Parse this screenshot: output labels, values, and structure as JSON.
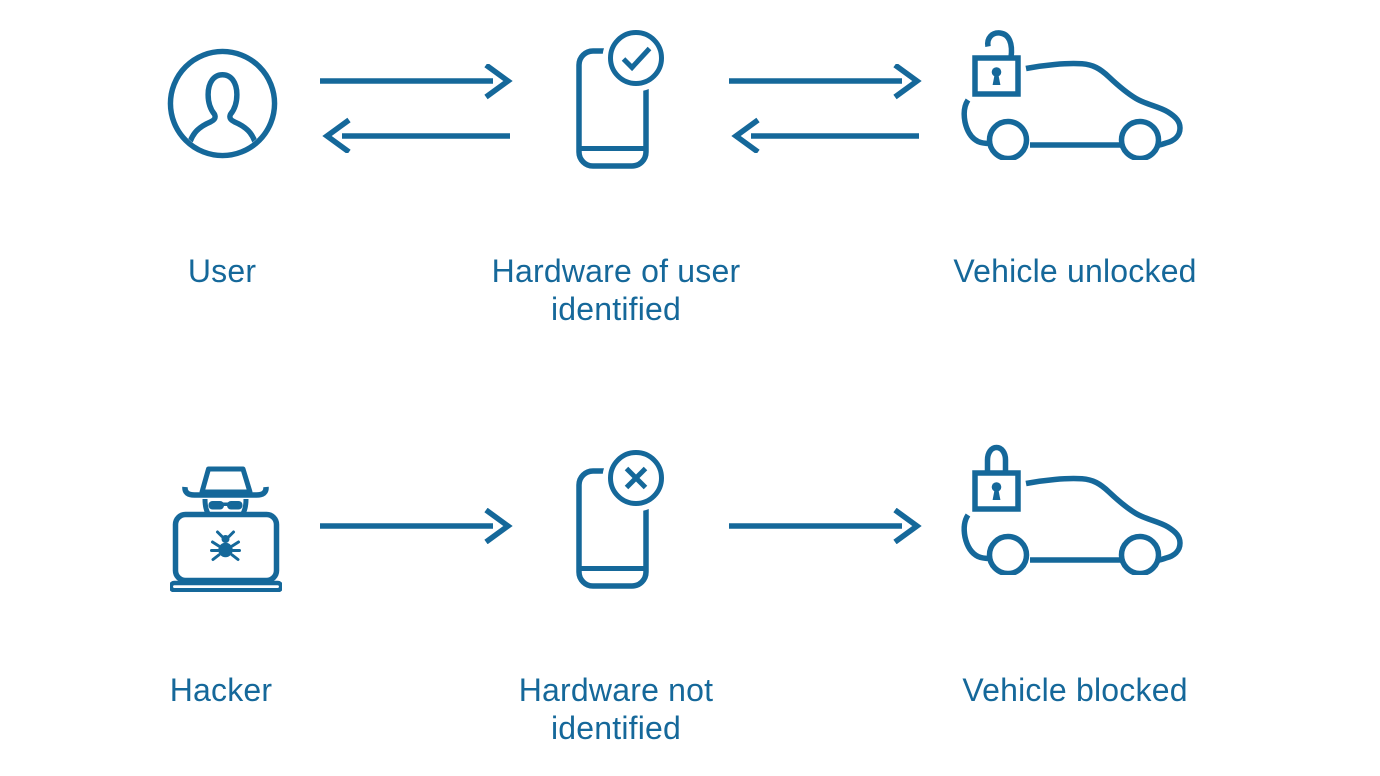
{
  "colors": {
    "accent": "#15689a",
    "background": "#ffffff"
  },
  "rows": [
    {
      "nodes": [
        {
          "icon": "user-circle-icon",
          "label": "User"
        },
        {
          "icon": "smartphone-check-icon",
          "label": "Hardware of user identified"
        },
        {
          "icon": "car-unlocked-padlock-icon",
          "label": "Vehicle unlocked"
        }
      ],
      "connectors": [
        {
          "type": "bidirectional-arrows"
        },
        {
          "type": "bidirectional-arrows"
        }
      ]
    },
    {
      "nodes": [
        {
          "icon": "hacker-laptop-icon",
          "label": "Hacker"
        },
        {
          "icon": "smartphone-cross-icon",
          "label": "Hardware not identified"
        },
        {
          "icon": "car-locked-padlock-icon",
          "label": "Vehicle blocked"
        }
      ],
      "connectors": [
        {
          "type": "arrow-right"
        },
        {
          "type": "arrow-right"
        }
      ]
    }
  ]
}
